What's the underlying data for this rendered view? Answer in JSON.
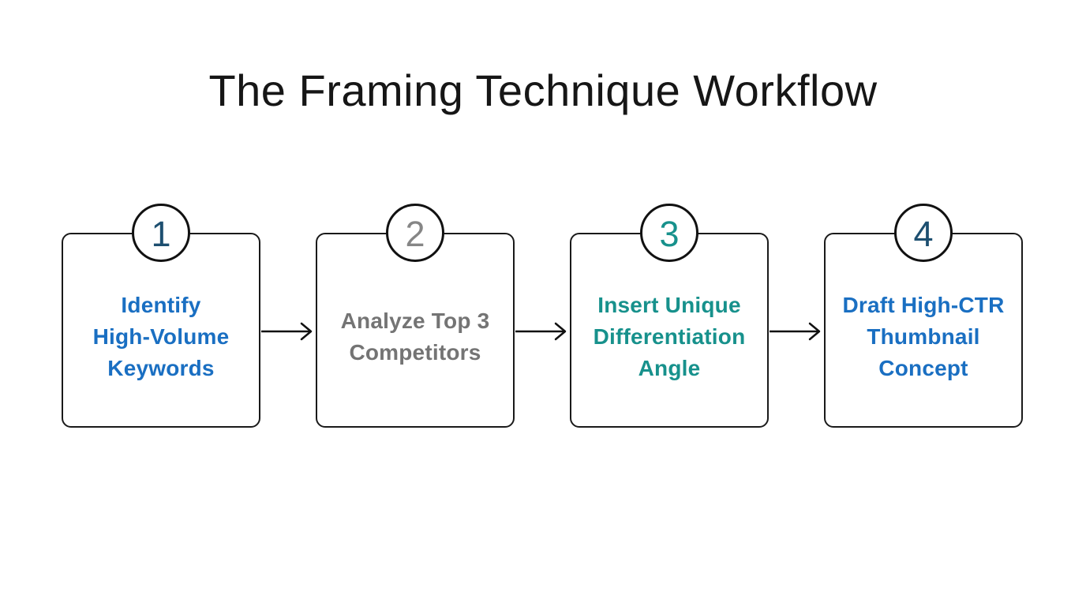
{
  "title": "The Framing Technique Workflow",
  "colors": {
    "background": "#ffffff",
    "title_text": "#161616",
    "box_border": "#1a1a1a",
    "circle_border": "#111111",
    "arrow": "#111111",
    "blue": "#1a6fc2",
    "gray": "#747474",
    "teal": "#17918c",
    "navy": "#1d4f70"
  },
  "steps": [
    {
      "number": "1",
      "label": "Identify High-Volume Keywords",
      "lines": [
        "Identify",
        "High-Volume",
        "Keywords"
      ],
      "text_color": "#1a6fc2",
      "number_color": "#1d4f70"
    },
    {
      "number": "2",
      "label": "Analyze Top 3 Competitors",
      "lines": [
        "Analyze Top 3",
        "Competitors"
      ],
      "text_color": "#747474",
      "number_color": "#868686"
    },
    {
      "number": "3",
      "label": "Insert Unique Differentiation Angle",
      "lines": [
        "Insert Unique",
        "Differentiation",
        "Angle"
      ],
      "text_color": "#17918c",
      "number_color": "#17918c"
    },
    {
      "number": "4",
      "label": "Draft High-CTR Thumbnail Concept",
      "lines": [
        "Draft High-CTR",
        "Thumbnail",
        "Concept"
      ],
      "text_color": "#1a6fc2",
      "number_color": "#1d4f70"
    }
  ],
  "arrows": [
    {
      "name": "arrow-step-1-to-2",
      "glyph": "right-arrow"
    },
    {
      "name": "arrow-step-2-to-3",
      "glyph": "right-arrow"
    },
    {
      "name": "arrow-step-3-to-4",
      "glyph": "right-arrow"
    }
  ]
}
